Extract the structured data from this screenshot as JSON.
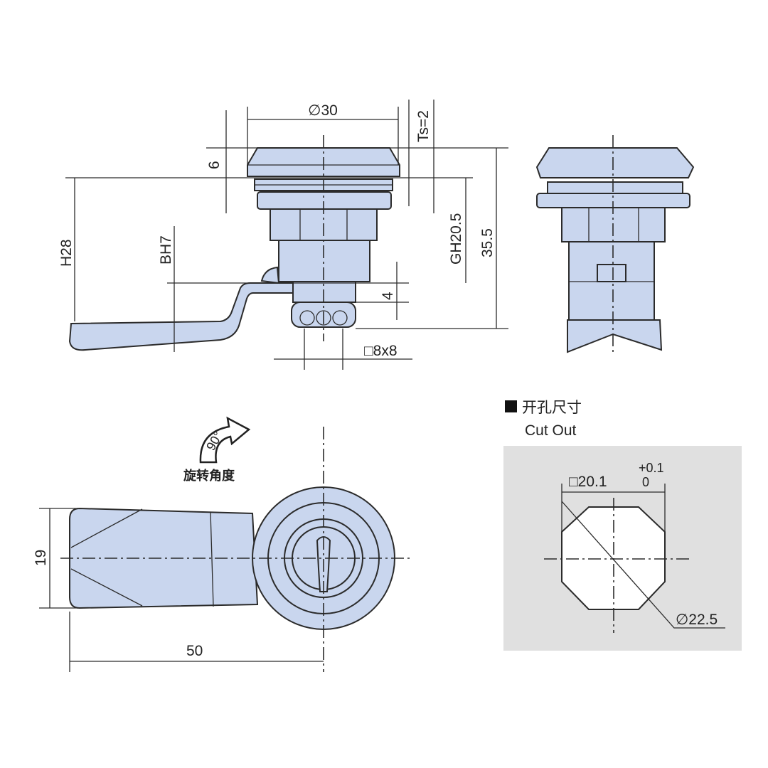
{
  "side_view": {
    "dim_diameter": "∅30",
    "dim_ts": "Ts=2",
    "dim_cap": "6",
    "dim_h": "H28",
    "dim_bh": "BH7",
    "dim_gh": "GH20.5",
    "dim_total": "35.5",
    "dim_step": "4",
    "dim_square": "□8x8"
  },
  "top_view": {
    "rotation_angle": "90°",
    "rotation_label": "旋转角度",
    "dim_width": "19",
    "dim_length": "50"
  },
  "cutout": {
    "title_cn": "开孔尺寸",
    "title_en": "Cut Out",
    "dim_square": "□20.1",
    "tol_upper": "+0.1",
    "tol_lower": "0",
    "dim_diameter": "∅22.5",
    "background": "#e0e0e0"
  },
  "colors": {
    "part_fill": "#c9d6ee",
    "line": "#2b2b2b"
  }
}
